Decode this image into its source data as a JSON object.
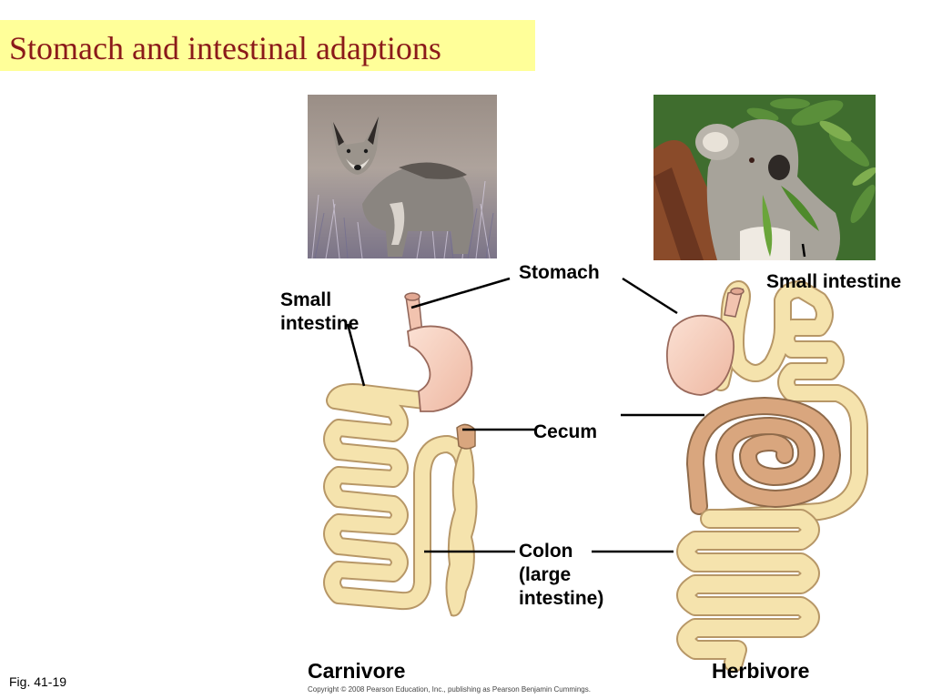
{
  "slide": {
    "title": "Stomach and intestinal adaptions",
    "figure_ref": "Fig. 41-19",
    "copyright": "Copyright © 2008 Pearson Education, Inc., publishing as Pearson Benjamin Cummings."
  },
  "labels": {
    "stomach": "Stomach",
    "small_intestine_left_line1": "Small",
    "small_intestine_left_line2": "intestine",
    "small_intestine_right": "Small intestine",
    "cecum": "Cecum",
    "colon_line1": "Colon",
    "colon_line2": "(large",
    "colon_line3": "intestine)",
    "carnivore": "Carnivore",
    "herbivore": "Herbivore"
  },
  "photos": {
    "coyote": "coyote photo",
    "koala": "koala eating eucalyptus photo"
  },
  "colors": {
    "title_bg": "#ffff99",
    "title_text": "#8b1a1a",
    "stomach": "#f4c7b3",
    "intestine": "#f5e3ad",
    "cecum": "#d9a67e"
  }
}
